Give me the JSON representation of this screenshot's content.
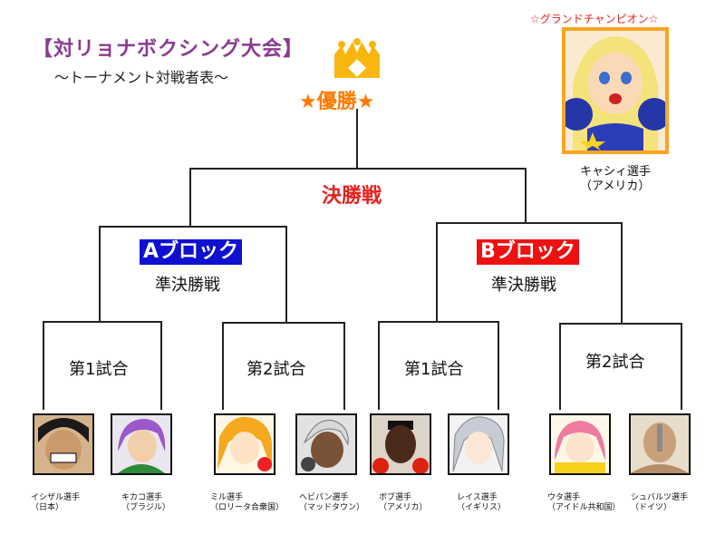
{
  "header": {
    "title": "【対リョナボクシング大会】",
    "subtitle": "〜トーナメント対戦者表〜"
  },
  "bracket": {
    "winner_label": "★優勝★",
    "final_label": "決勝戦",
    "blocks": [
      {
        "name": "Aブロック",
        "round": "準決勝戦",
        "color": "#1010d0",
        "matches": [
          "第1試合",
          "第2試合"
        ]
      },
      {
        "name": "Bブロック",
        "round": "準決勝戦",
        "color": "#ee1111",
        "matches": [
          "第1試合",
          "第2試合"
        ]
      }
    ]
  },
  "champion": {
    "label": "☆グランドチャンピオン☆",
    "name": "キャシィ選手",
    "country": "（アメリカ）"
  },
  "fighters": [
    {
      "name": "イシザル選手",
      "country": "（日本）"
    },
    {
      "name": "キカコ選手",
      "country": "（ブラジル）"
    },
    {
      "name": "ミル選手",
      "country": "（ロリータ合衆国）"
    },
    {
      "name": "ヘビパン選手",
      "country": "（マッドタウン）"
    },
    {
      "name": "ボブ選手",
      "country": "（アメリカ）"
    },
    {
      "name": "レイス選手",
      "country": "（イギリス）"
    },
    {
      "name": "ウタ選手",
      "country": "（アイドル共和国）"
    },
    {
      "name": "シュバルツ選手",
      "country": "（ドイツ）"
    }
  ],
  "colors": {
    "crown": "#f7b70f",
    "winner": "#ff7a00",
    "final": "#e8211c",
    "frame": "#f7a623"
  }
}
